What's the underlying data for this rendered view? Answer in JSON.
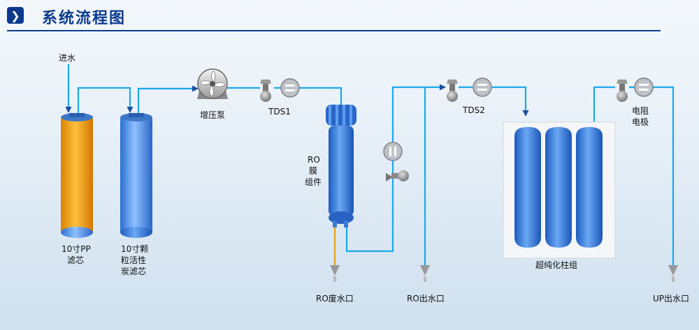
{
  "header": {
    "title": "系统流程图",
    "icon": "chevron-right-icon"
  },
  "labels": {
    "inlet": "进水",
    "pp_line1": "10寸PP",
    "pp_line2": "滤芯",
    "carbon_line1": "10寸颗",
    "carbon_line2": "粒活性",
    "carbon_line3": "炭滤芯",
    "pump": "增压泵",
    "tds1": "TDS1",
    "ro_line1": "RO",
    "ro_line2": "膜",
    "ro_line3": "组件",
    "tds2": "TDS2",
    "resin": "超纯化柱组",
    "resistivity_line1": "电阻",
    "resistivity_line2": "电极",
    "ro_waste": "RO废水口",
    "ro_outlet": "RO出水口",
    "up_outlet": "UP出水口"
  },
  "colors": {
    "pipe": "#1aa8ea",
    "waste_pipe": "#e8a020",
    "title": "#0b3a8c",
    "pp_filter": "#f0a010",
    "blue_filter": "#3f86e0"
  }
}
